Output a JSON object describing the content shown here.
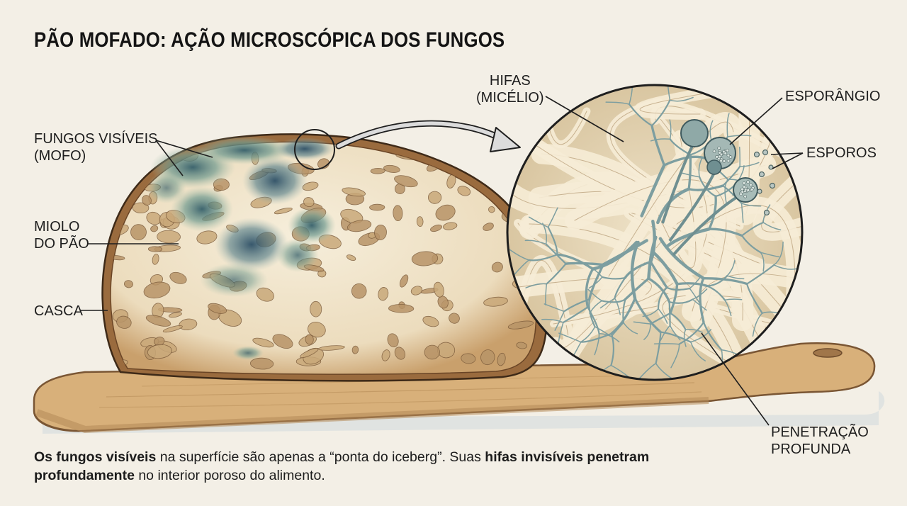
{
  "title": "PÃO MOFADO: AÇÃO MICROSCÓPICA DOS FUNGOS",
  "labels": {
    "fungos_visiveis": [
      "FUNGOS VISÍVEIS",
      "(MOFO)"
    ],
    "miolo": [
      "MIOLO",
      "DO PÃO"
    ],
    "casca": [
      "CASCA"
    ],
    "hifas": [
      "HIFAS",
      "(MICÉLIO)"
    ],
    "esporangio": [
      "ESPORÂNGIO"
    ],
    "esporos": [
      "ESPOROS"
    ],
    "penetracao": [
      "PENETRAÇÃO",
      "PROFUNDA"
    ]
  },
  "caption": {
    "p1": "Os fungos visíveis",
    "p2": " na superfície são apenas a “ponta do iceberg”. Suas ",
    "p3": "hifas invisíveis penetram profundamente",
    "p4": " no interior poroso do alimento."
  },
  "colors": {
    "background": "#f3efe6",
    "crust": "#9a6b3e",
    "crumb": "#efe4cc",
    "mold": "#5f8f8a",
    "board": "#d9b27a",
    "hyphae": "#7d9ea0"
  }
}
